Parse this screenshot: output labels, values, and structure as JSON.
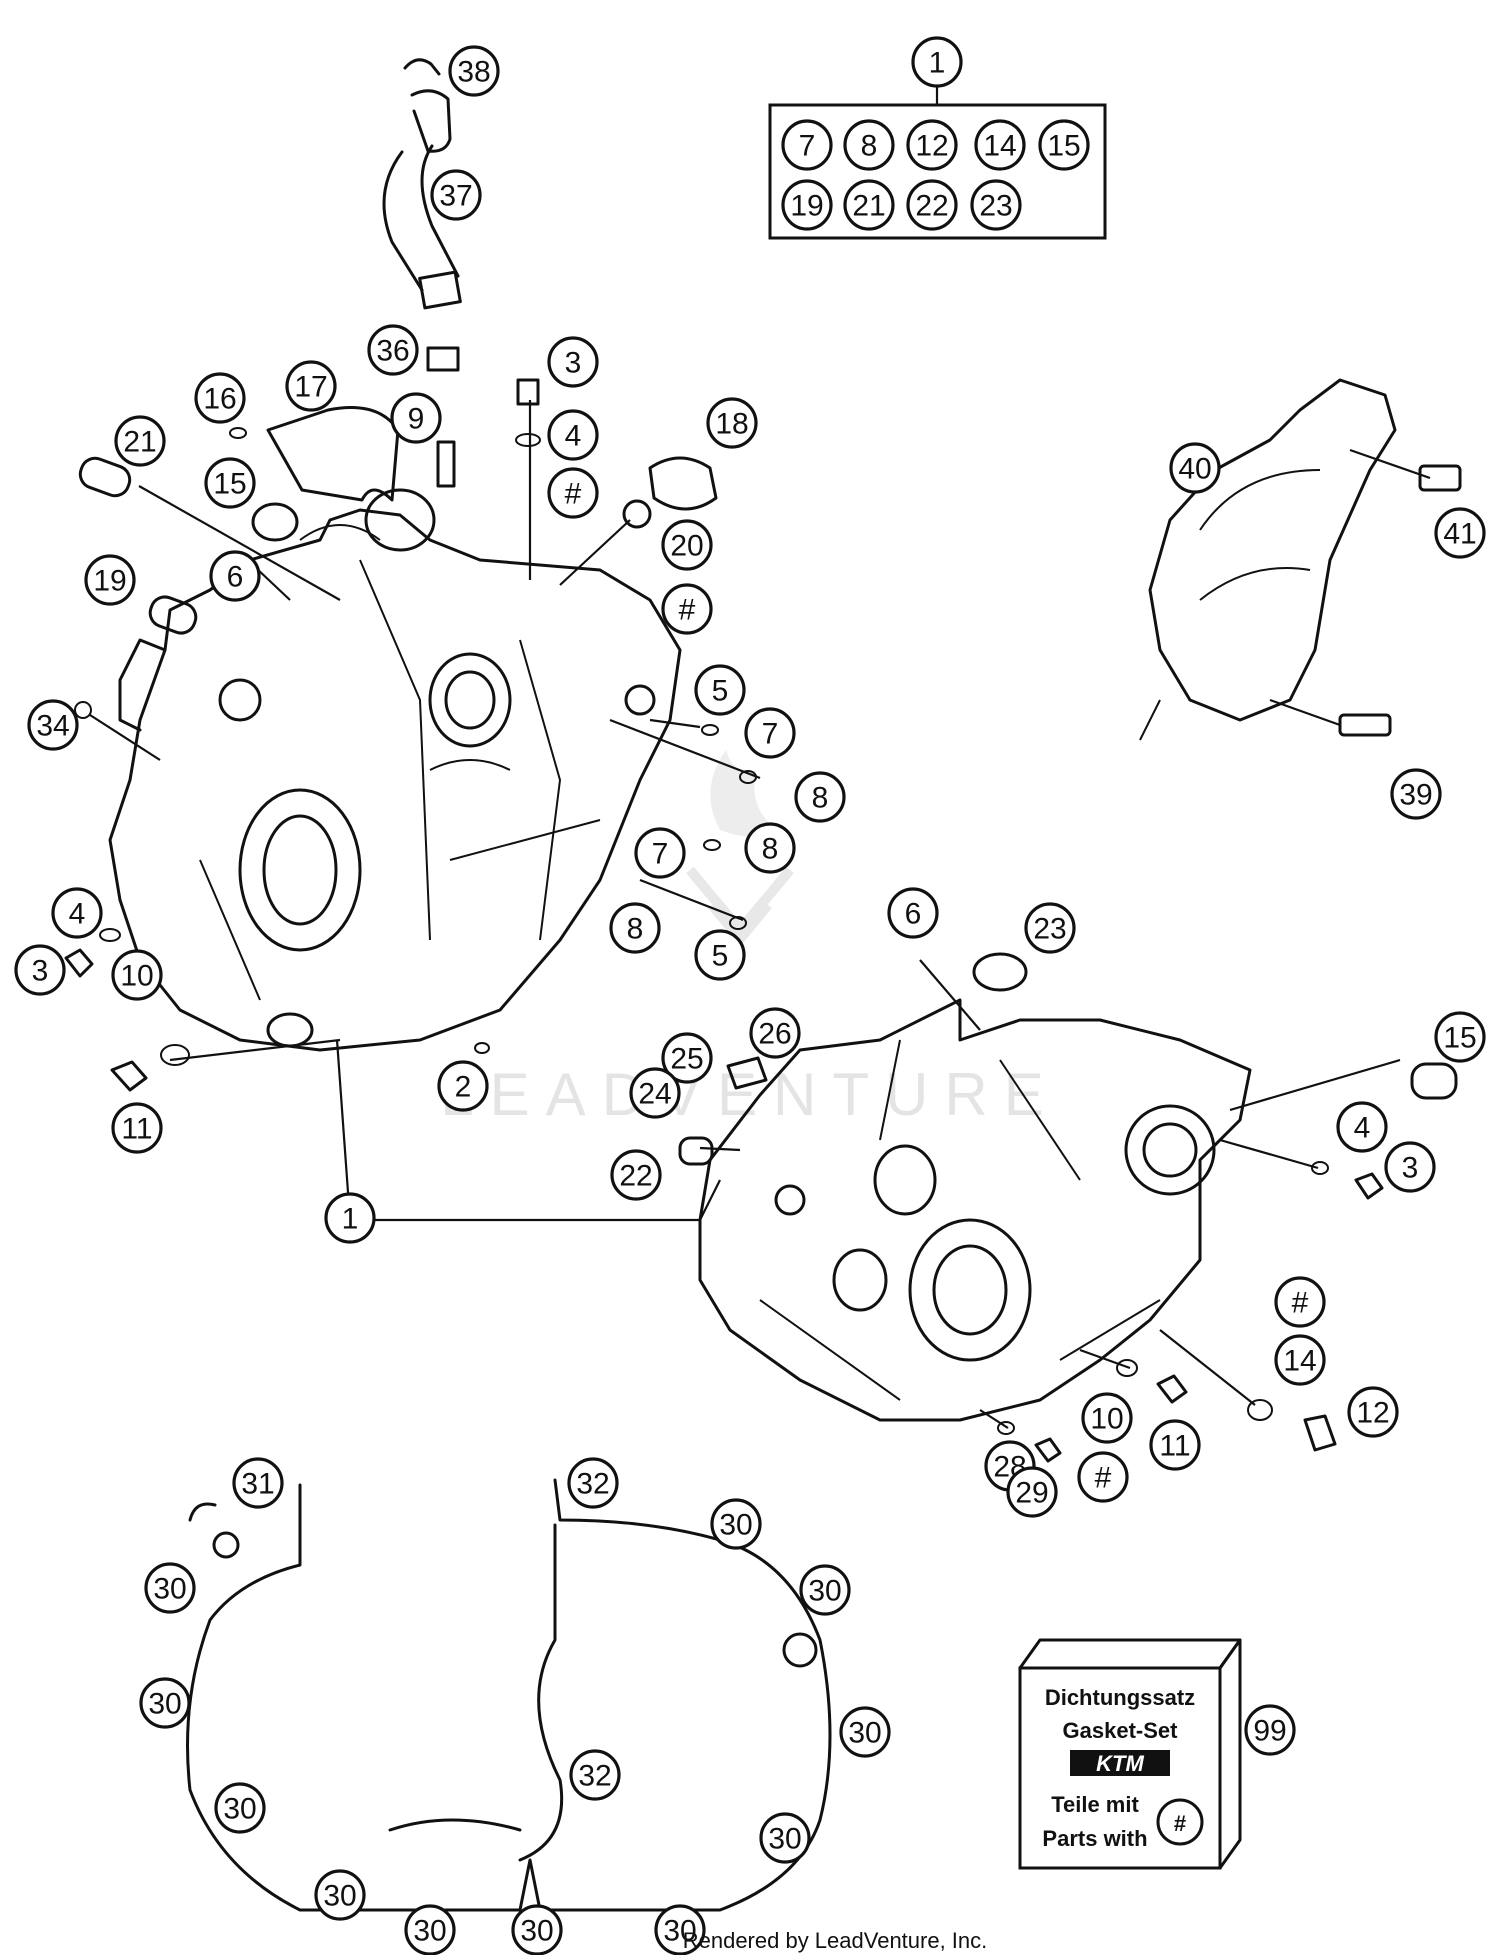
{
  "callouts": [
    {
      "label": "38"
    },
    {
      "label": "37"
    },
    {
      "label": "36"
    },
    {
      "label": "3"
    },
    {
      "label": "4"
    },
    {
      "label": "#"
    },
    {
      "label": "18"
    },
    {
      "label": "17"
    },
    {
      "label": "16"
    },
    {
      "label": "9"
    },
    {
      "label": "21"
    },
    {
      "label": "15"
    },
    {
      "label": "20"
    },
    {
      "label": "#"
    },
    {
      "label": "19"
    },
    {
      "label": "6"
    },
    {
      "label": "34"
    },
    {
      "label": "5"
    },
    {
      "label": "7"
    },
    {
      "label": "8"
    },
    {
      "label": "8"
    },
    {
      "label": "7"
    },
    {
      "label": "4"
    },
    {
      "label": "3"
    },
    {
      "label": "10"
    },
    {
      "label": "8"
    },
    {
      "label": "5"
    },
    {
      "label": "2"
    },
    {
      "label": "11"
    },
    {
      "label": "1"
    },
    {
      "label": "1"
    },
    {
      "label": "7"
    },
    {
      "label": "8"
    },
    {
      "label": "12"
    },
    {
      "label": "14"
    },
    {
      "label": "15"
    },
    {
      "label": "19"
    },
    {
      "label": "21"
    },
    {
      "label": "22"
    },
    {
      "label": "23"
    },
    {
      "label": "40"
    },
    {
      "label": "41"
    },
    {
      "label": "39"
    },
    {
      "label": "6"
    },
    {
      "label": "23"
    },
    {
      "label": "25"
    },
    {
      "label": "26"
    },
    {
      "label": "24"
    },
    {
      "label": "15"
    },
    {
      "label": "4"
    },
    {
      "label": "3"
    },
    {
      "label": "22"
    },
    {
      "label": "#"
    },
    {
      "label": "14"
    },
    {
      "label": "12"
    },
    {
      "label": "10"
    },
    {
      "label": "11"
    },
    {
      "label": "28"
    },
    {
      "label": "29"
    },
    {
      "label": "#"
    },
    {
      "label": "31"
    },
    {
      "label": "32"
    },
    {
      "label": "30"
    },
    {
      "label": "30"
    },
    {
      "label": "30"
    },
    {
      "label": "30"
    },
    {
      "label": "30"
    },
    {
      "label": "30"
    },
    {
      "label": "32"
    },
    {
      "label": "30"
    },
    {
      "label": "30"
    },
    {
      "label": "30"
    },
    {
      "label": "30"
    },
    {
      "label": "30"
    },
    {
      "label": "99"
    }
  ],
  "gasket_kit": {
    "line1": "Dichtungssatz",
    "line2": "Gasket-Set",
    "logo": "KTM",
    "line3": "Teile mit",
    "line4": "Parts with",
    "symbol": "#"
  },
  "watermark": "LEADVENTURE",
  "footer": "Rendered by LeadVenture, Inc."
}
